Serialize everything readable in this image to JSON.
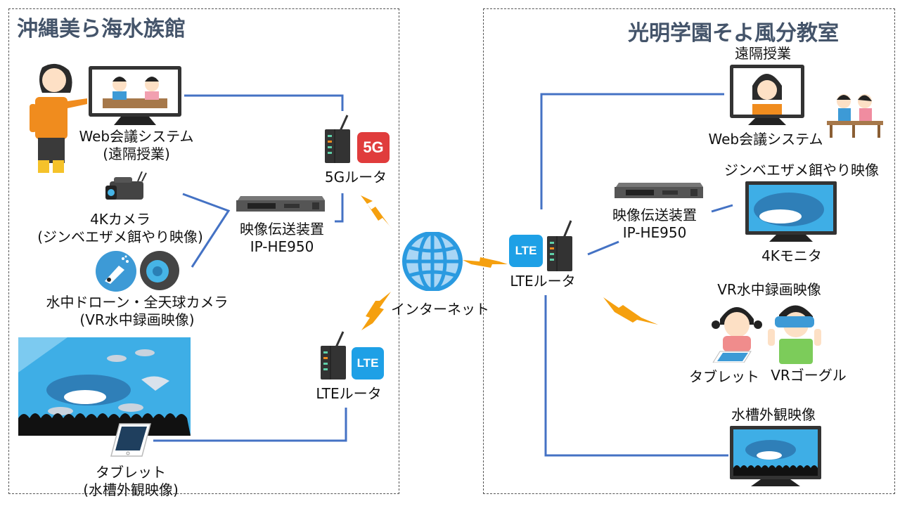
{
  "left_site": {
    "title": "沖縄美ら海水族館",
    "web_conf": {
      "line1": "Web会議システム",
      "line2": "(遠隔授業)"
    },
    "camera_4k": {
      "line1": "4Kカメラ",
      "line2": "(ジンベエザメ餌やり映像)"
    },
    "drone_cam": {
      "line1": "水中ドローン・全天球カメラ",
      "line2": "(VR水中録画映像)"
    },
    "encoder": {
      "line1": "映像伝送装置",
      "line2": "IP-HE950"
    },
    "router_5g": {
      "label": "5Gルータ",
      "badge": "5G"
    },
    "router_lte": {
      "label": "LTEルータ",
      "badge": "LTE"
    },
    "tablet": {
      "line1": "タブレット",
      "line2": "(水槽外観映像)"
    }
  },
  "internet": {
    "label": "インターネット"
  },
  "right_site": {
    "title": "光明学園そよ風分教室",
    "web_conf": {
      "caption": "遠隔授業",
      "label": "Web会議システム"
    },
    "decoder": {
      "line1": "映像伝送装置",
      "line2": "IP-HE950"
    },
    "router_lte": {
      "label": "LTEルータ",
      "badge": "LTE"
    },
    "monitor_4k": {
      "caption": "ジンベエザメ餌やり映像",
      "label": "4Kモニタ"
    },
    "vr": {
      "caption": "VR水中録画映像",
      "tablet_label": "タブレット",
      "goggle_label": "VRゴーグル"
    },
    "tank_view": {
      "caption": "水槽外観映像"
    }
  },
  "colors": {
    "wire": "#4472c4",
    "lightning": "#f5a00f",
    "title": "#44546a",
    "badge_5g": "#e03c3c",
    "badge_lte": "#1ea0e6",
    "globe": "#2a9ae0"
  }
}
